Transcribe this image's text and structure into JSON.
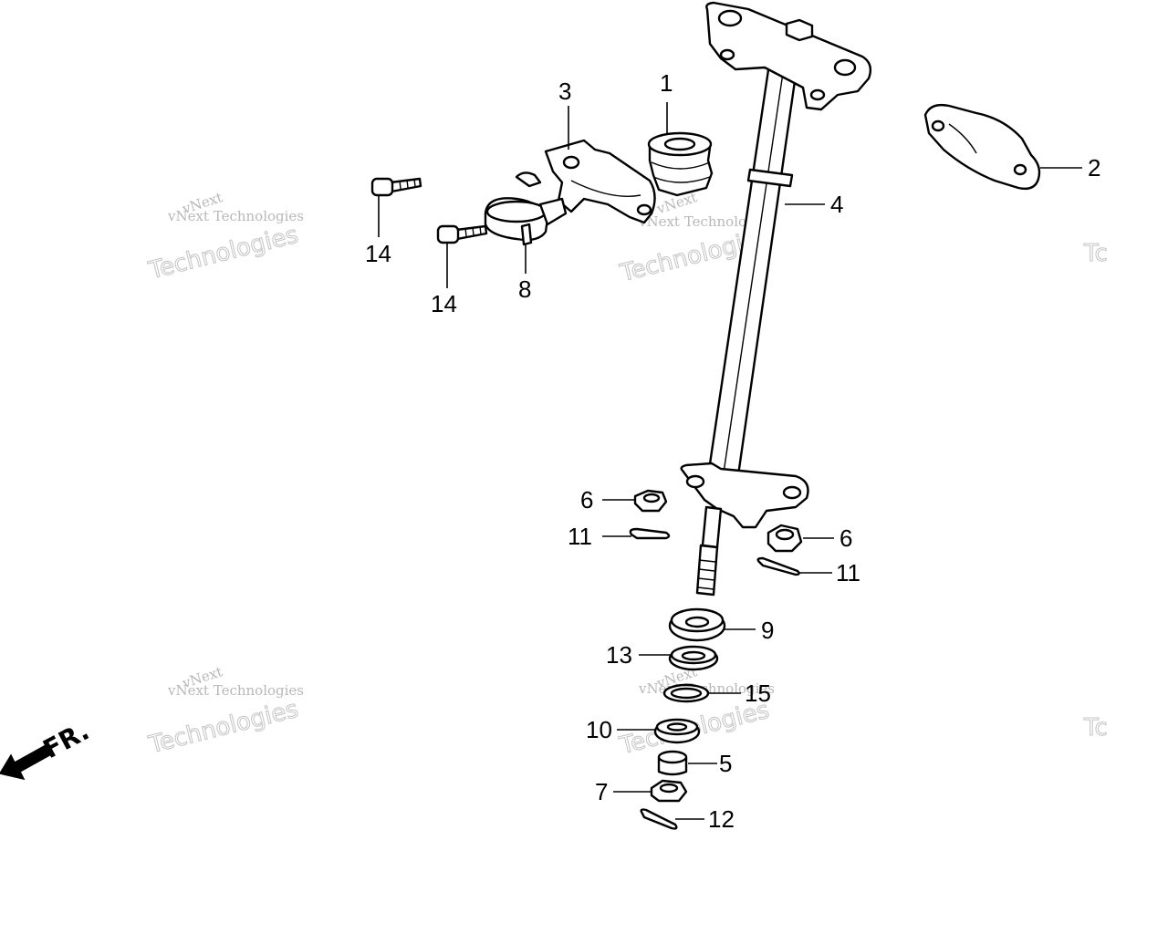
{
  "callouts": {
    "c1": "1",
    "c2": "2",
    "c3": "3",
    "c4": "4",
    "c5": "5",
    "c6a": "6",
    "c6b": "6",
    "c7": "7",
    "c8": "8",
    "c9": "9",
    "c10": "10",
    "c11a": "11",
    "c11b": "11",
    "c12": "12",
    "c13": "13",
    "c14a": "14",
    "c14b": "14",
    "c15": "15"
  },
  "direction_label": "FR.",
  "watermark": {
    "line1": "vNext",
    "line2": "vNext Technologies",
    "line3": "Technologies",
    "edge": "Tc"
  }
}
